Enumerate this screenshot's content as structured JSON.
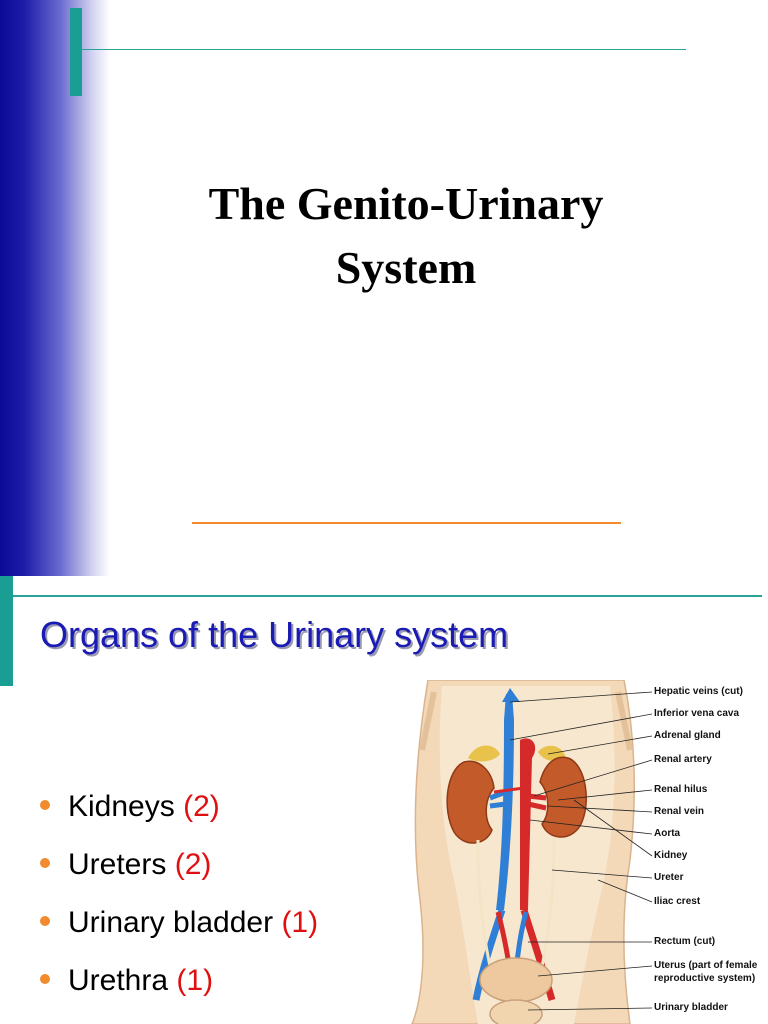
{
  "slide1": {
    "title_line1": "The Genito-Urinary",
    "title_line2": "System"
  },
  "slide2": {
    "title": "Organs of the Urinary system",
    "bullets": [
      {
        "name": "Kidneys",
        "count": "(2)"
      },
      {
        "name": "Ureters",
        "count": "(2)"
      },
      {
        "name": "Urinary bladder",
        "count": "(1)"
      },
      {
        "name": "Urethra",
        "count": "(1)"
      }
    ],
    "figure_labels": [
      "Hepatic veins (cut)",
      "Inferior vena cava",
      "Adrenal gland",
      "Renal artery",
      "Renal hilus",
      "Renal vein",
      "Aorta",
      "Kidney",
      "Ureter",
      "Iliac crest",
      "Rectum (cut)",
      "Uterus (part of female",
      "reproductive system)",
      "Urinary bladder"
    ]
  },
  "colors": {
    "sidebar_blue": "#0a0a96",
    "teal_accent": "#1a9e94",
    "orange_accent": "#f28a2e",
    "title_blue": "#1a1ab4",
    "count_red": "#e01010",
    "kidney": "#c25a2a",
    "vein": "#2f7fd6",
    "artery": "#d62a2a"
  }
}
